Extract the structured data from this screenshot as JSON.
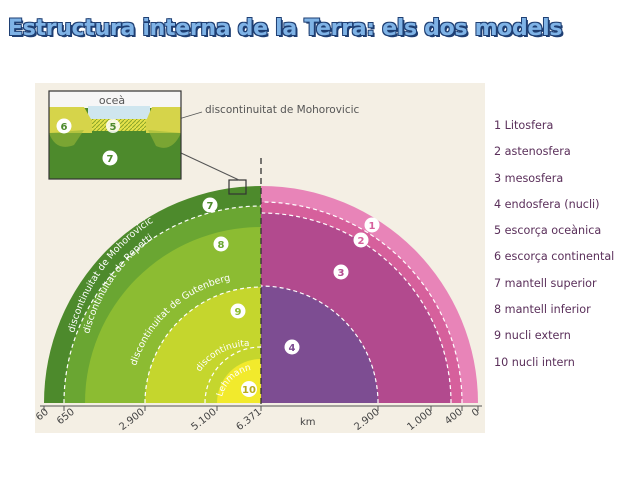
{
  "title": "Estructura interna de la Terra: els dos models",
  "inset": {
    "ocean_label": "oceà",
    "moho_label": "discontinuitat de Mohorovicic"
  },
  "discontinuities": {
    "mohorovicic": "discontinuitat de Mohorovicic",
    "repetti": "discontinuitat de Repetti",
    "gutenberg": "discontinuitat de Gutenberg",
    "lehmann_line1": "discontinuitat de",
    "lehmann_line2": "Lehmann"
  },
  "layer_markers": [
    "1",
    "2",
    "3",
    "4",
    "5",
    "6",
    "7",
    "8",
    "9",
    "10"
  ],
  "axis": {
    "unit": "km",
    "left_ticks": [
      "60",
      "650",
      "2.900",
      "5.100",
      "6.371"
    ],
    "right_ticks": [
      "2.900",
      "1.000",
      "400",
      "0"
    ]
  },
  "legend": [
    "1 Litosfera",
    "2 astenosfera",
    "3 mesosfera",
    "4 endosfera (nucli)",
    "5 escorça oceànica",
    "6 escorça continental",
    "7 mantell superior",
    "8 mantell inferior",
    "9 nucli extern",
    "10 nucli intern"
  ],
  "colors": {
    "title_fill": "#7fb3e6",
    "title_outline": "#1f3f73",
    "background": "#f4efe4",
    "crust_dark_green": "#4d8a2c",
    "upper_mantle_green": "#6aa632",
    "lower_mantle_green": "#8cbc32",
    "outer_core_yellowgreen": "#c5d62d",
    "inner_core_yellow": "#f2ea2c",
    "lithosphere_pink": "#e884b8",
    "asthenosphere_pink": "#d6609c",
    "mesosphere_magenta": "#b24a8e",
    "core_purple": "#7d4d92",
    "ocean_blue": "#cfe6ef",
    "legend_text": "#5a2f5a"
  }
}
